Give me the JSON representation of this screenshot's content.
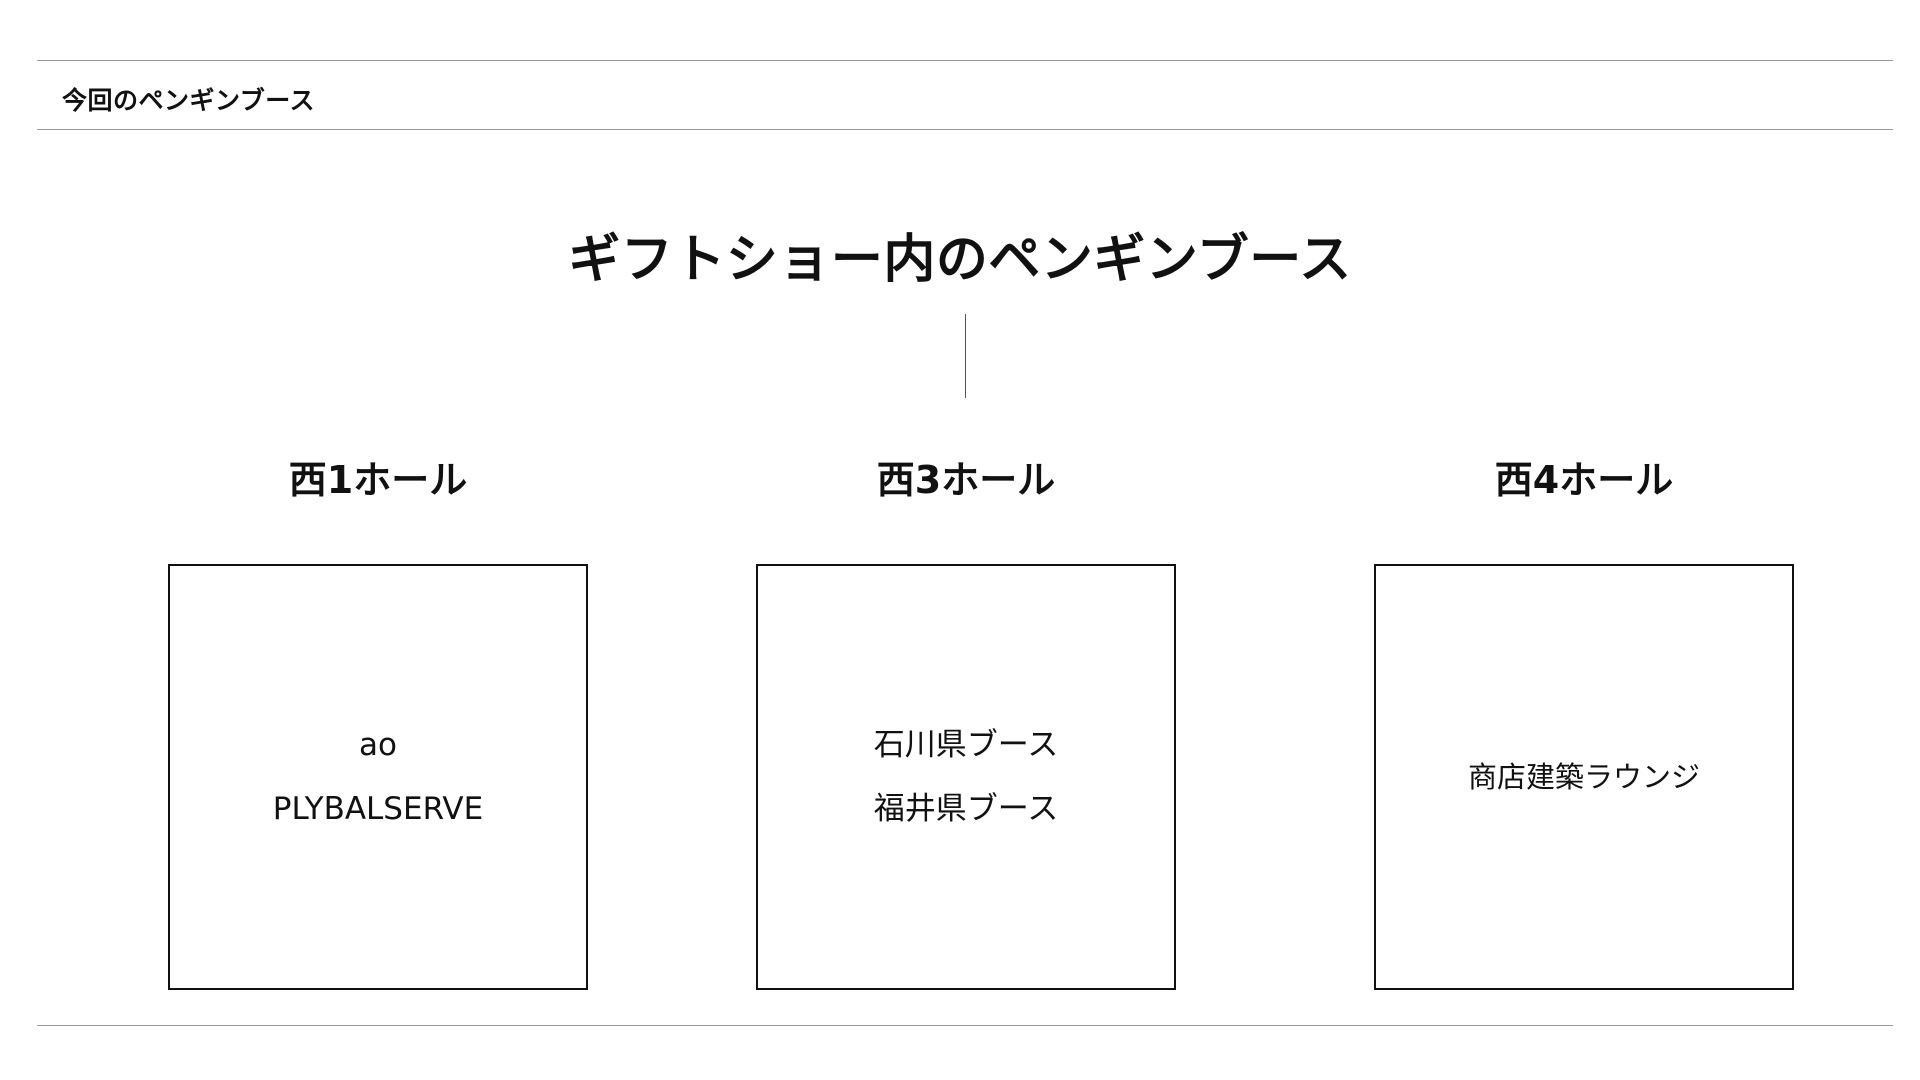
{
  "header": {
    "title": "今回のペンギンブース"
  },
  "main": {
    "title": "ギフトショー内のペンギンブース"
  },
  "halls": [
    {
      "name": "西1ホール",
      "booths": [
        "ao",
        "PLYBALSERVE"
      ]
    },
    {
      "name": "西3ホール",
      "booths": [
        "石川県ブース",
        "福井県ブース"
      ]
    },
    {
      "name": "西4ホール",
      "booths": [
        "商店建築ラウンジ"
      ]
    }
  ]
}
